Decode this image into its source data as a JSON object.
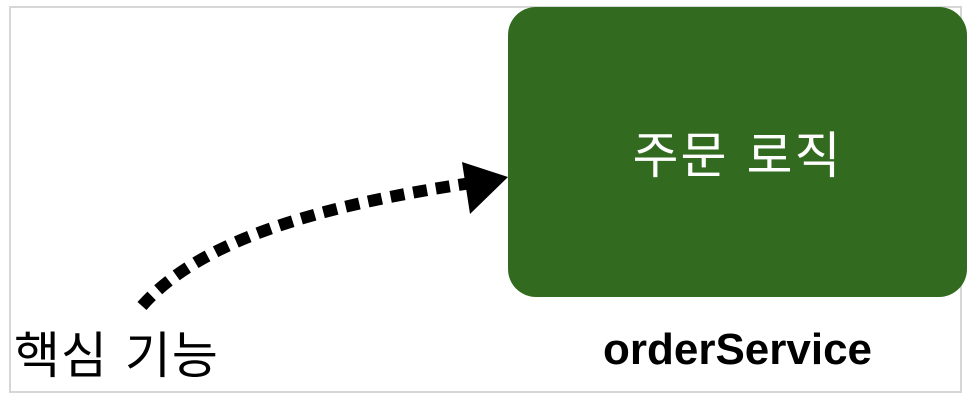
{
  "diagram": {
    "target_box": {
      "label": "주문 로직",
      "fill_color": "#326b1f",
      "text_color": "#ffffff"
    },
    "target_name": "orderService",
    "source_label": "핵심 기능",
    "arrow": {
      "style": "dotted",
      "color": "#000000",
      "direction": "source-to-target"
    }
  }
}
